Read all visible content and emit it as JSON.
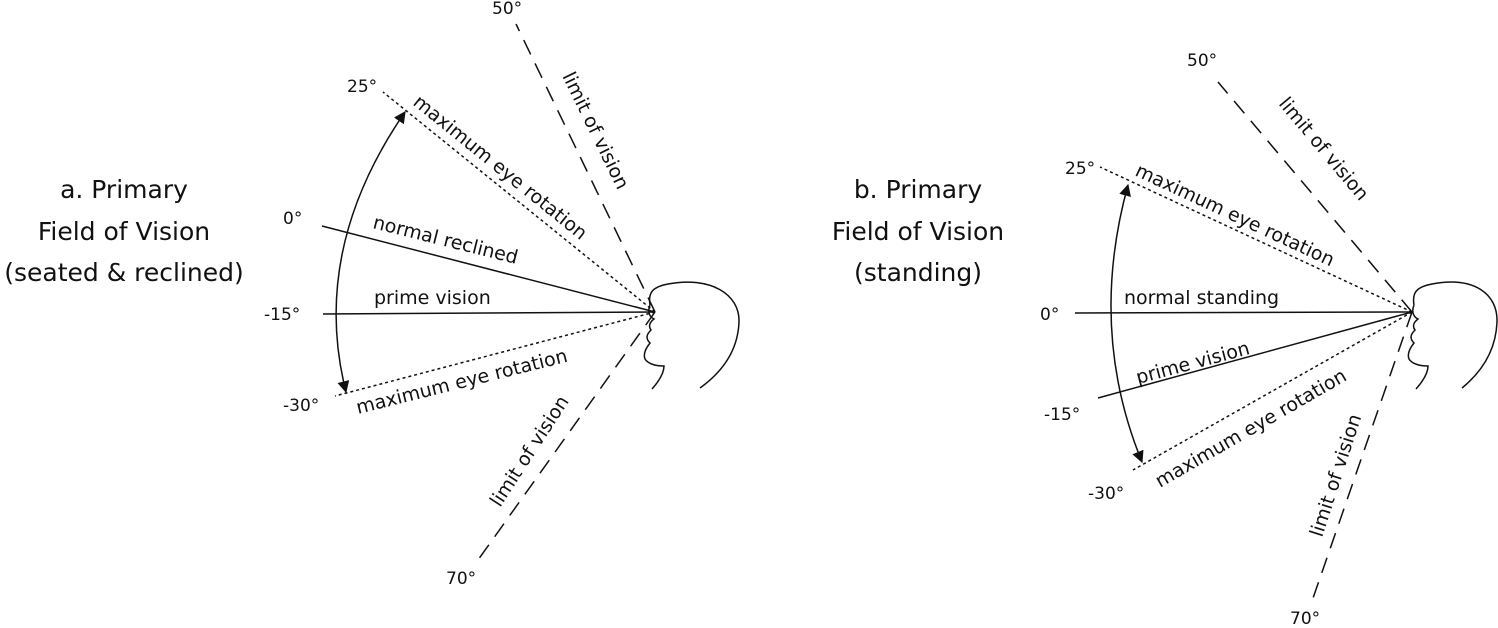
{
  "panel_a": {
    "title_lines": [
      "a. Primary",
      "Field of Vision",
      "(seated & reclined)"
    ],
    "deg_50": "50°",
    "deg_25": "25°",
    "deg_0": "0°",
    "deg_m15": "-15°",
    "deg_m30": "-30°",
    "deg_70": "70°",
    "limit_upper": "limit of vision",
    "limit_lower": "limit of vision",
    "max_upper": "maximum eye rotation",
    "max_lower": "maximum eye rotation",
    "normal": "normal reclined",
    "prime": "prime vision"
  },
  "panel_b": {
    "title_lines": [
      "b. Primary",
      "Field of Vision",
      "(standing)"
    ],
    "deg_50": "50°",
    "deg_25": "25°",
    "deg_0": "0°",
    "deg_m15": "-15°",
    "deg_m30": "-30°",
    "deg_70": "70°",
    "limit_upper": "limit of vision",
    "limit_lower": "limit of vision",
    "max_upper": "maximum eye rotation",
    "max_lower": "maximum eye rotation",
    "normal": "normal standing",
    "prime": "prime vision"
  }
}
